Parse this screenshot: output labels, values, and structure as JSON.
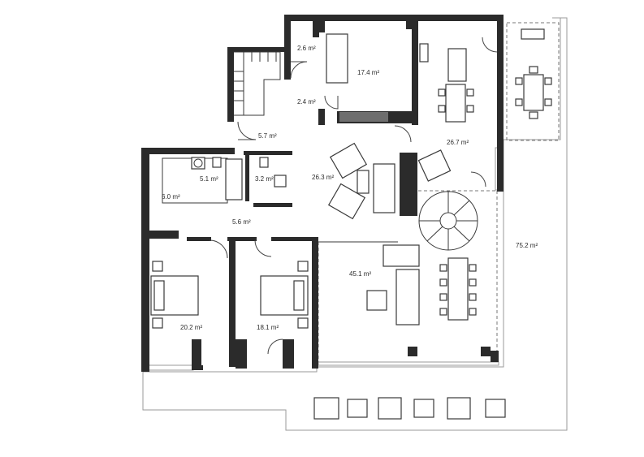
{
  "rooms": [
    {
      "id": "r-2-6",
      "label": "2.6 m²"
    },
    {
      "id": "r-17-4",
      "label": "17.4 m²"
    },
    {
      "id": "r-2-4",
      "label": "2.4 m²"
    },
    {
      "id": "r-5-7",
      "label": "5.7 m²"
    },
    {
      "id": "r-26-7",
      "label": "26.7 m²"
    },
    {
      "id": "r-5-1",
      "label": "5.1 m²"
    },
    {
      "id": "r-3-2",
      "label": "3.2 m²"
    },
    {
      "id": "r-26-3",
      "label": "26.3 m²"
    },
    {
      "id": "r-6-0",
      "label": "6.0 m²"
    },
    {
      "id": "r-5-6",
      "label": "5.6 m²"
    },
    {
      "id": "r-75-2",
      "label": "75.2 m²"
    },
    {
      "id": "r-45-1",
      "label": "45.1 m²"
    },
    {
      "id": "r-20-2",
      "label": "20.2 m²"
    },
    {
      "id": "r-18-1",
      "label": "18.1 m²"
    }
  ]
}
